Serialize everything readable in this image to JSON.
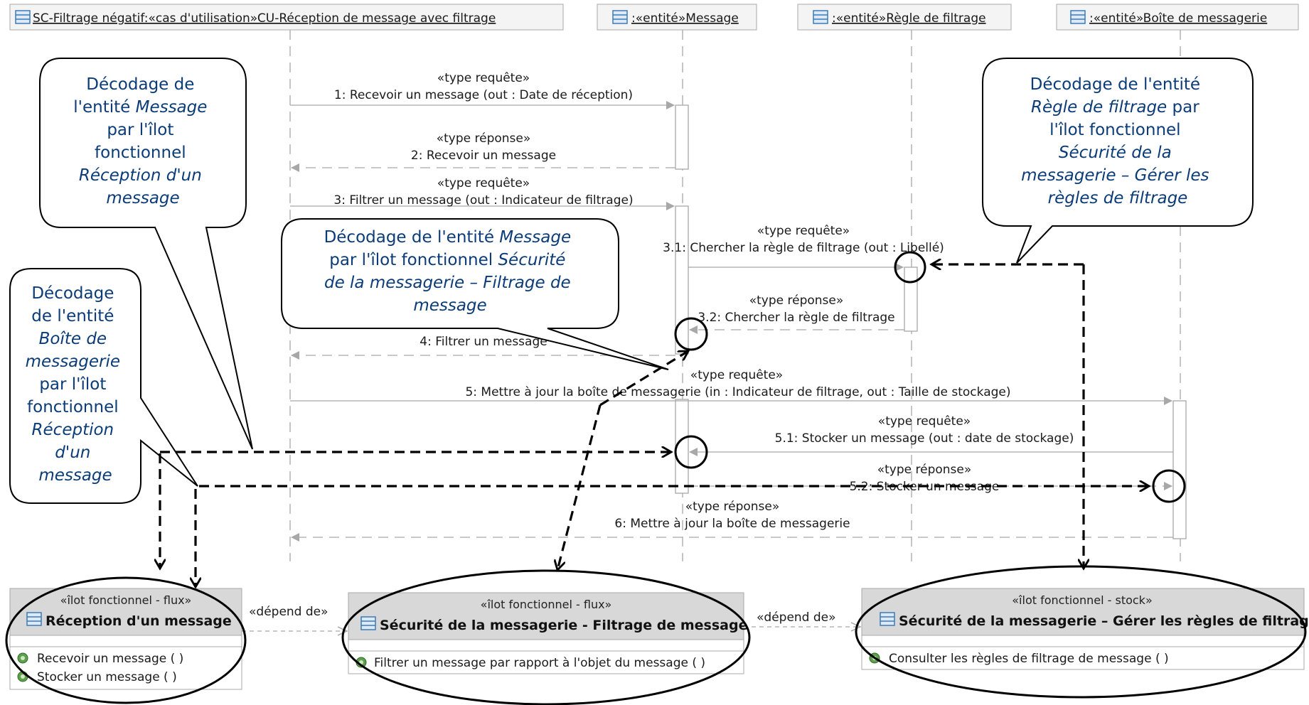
{
  "lifelines": [
    {
      "label": "SC-Filtrage négatif:«cas d'utilisation»CU-Réception de message avec filtrage"
    },
    {
      "label": ":«entité»Message"
    },
    {
      "label": ":«entité»Règle de filtrage"
    },
    {
      "label": ":«entité»Boîte de messagerie"
    }
  ],
  "messages": [
    {
      "stereotype": "«type requête»",
      "label": "1: Recevoir un message (out : Date de réception)"
    },
    {
      "stereotype": "«type réponse»",
      "label": "2: Recevoir un message"
    },
    {
      "stereotype": "«type requête»",
      "label": "3: Filtrer un message (out : Indicateur de filtrage)"
    },
    {
      "stereotype": "«type requête»",
      "label": "3.1: Chercher la règle de filtrage (out : Libellé)"
    },
    {
      "stereotype": "«type réponse»",
      "label": "3.2: Chercher la règle de filtrage"
    },
    {
      "stereotype": "",
      "label": "4: Filtrer un message"
    },
    {
      "stereotype": "«type requête»",
      "label": "5: Mettre à jour la boîte de messagerie (in : Indicateur de filtrage, out : Taille de stockage)"
    },
    {
      "stereotype": "«type requête»",
      "label": "5.1: Stocker un message (out : date de stockage)"
    },
    {
      "stereotype": "«type réponse»",
      "label": "5.2: Stocker un message"
    },
    {
      "stereotype": "«type réponse»",
      "label": "6: Mettre à jour la boîte de messagerie"
    }
  ],
  "callouts": [
    {
      "lines": [
        [
          "Décodage de"
        ],
        [
          "l'entité ",
          "Message"
        ],
        [
          "par l'îlot"
        ],
        [
          "fonctionnel"
        ],
        [
          "",
          "Réception d'un"
        ],
        [
          "",
          "message"
        ]
      ]
    },
    {
      "lines": [
        [
          "Décodage de l'entité"
        ],
        [
          "",
          "Règle de filtrage",
          " par"
        ],
        [
          "l'îlot fonctionnel"
        ],
        [
          "",
          "Sécurité de la"
        ],
        [
          "",
          "messagerie – Gérer les"
        ],
        [
          "",
          "règles de filtrage"
        ]
      ]
    },
    {
      "lines": [
        [
          "Décodage de l'entité ",
          "Message"
        ],
        [
          "par l'îlot fonctionnel ",
          "Sécurité"
        ],
        [
          "",
          "de la messagerie – Filtrage de"
        ],
        [
          "",
          "message"
        ]
      ]
    },
    {
      "lines": [
        [
          "Décodage"
        ],
        [
          "de l'entité"
        ],
        [
          "",
          "Boîte de"
        ],
        [
          "",
          "messagerie"
        ],
        [
          "par l'îlot"
        ],
        [
          "fonctionnel"
        ],
        [
          "",
          "Réception"
        ],
        [
          "",
          "d'un"
        ],
        [
          "",
          "message"
        ]
      ]
    }
  ],
  "components": [
    {
      "stereotype": "«îlot fonctionnel - flux»",
      "title": "Réception d'un message",
      "operations": [
        "Recevoir un message ( )",
        "Stocker un message ( )"
      ]
    },
    {
      "stereotype": "«îlot fonctionnel - flux»",
      "title": "Sécurité de la messagerie - Filtrage de message",
      "operations": [
        "Filtrer un message par rapport à l'objet du message ( )"
      ]
    },
    {
      "stereotype": "«îlot fonctionnel - stock»",
      "title": "Sécurité de la messagerie – Gérer les règles de filtrage",
      "operations": [
        "Consulter les règles de filtrage de message ( )"
      ]
    }
  ],
  "dependencies": [
    {
      "label": "«dépend de»"
    },
    {
      "label": "«dépend de»"
    }
  ],
  "colors": {
    "callout_text": "#0b3c78",
    "line_gray": "#a8a8a8",
    "header_bg": "#f4f4f4",
    "component_header": "#d8d8d8",
    "icon_blue": "#3d7ab8"
  }
}
